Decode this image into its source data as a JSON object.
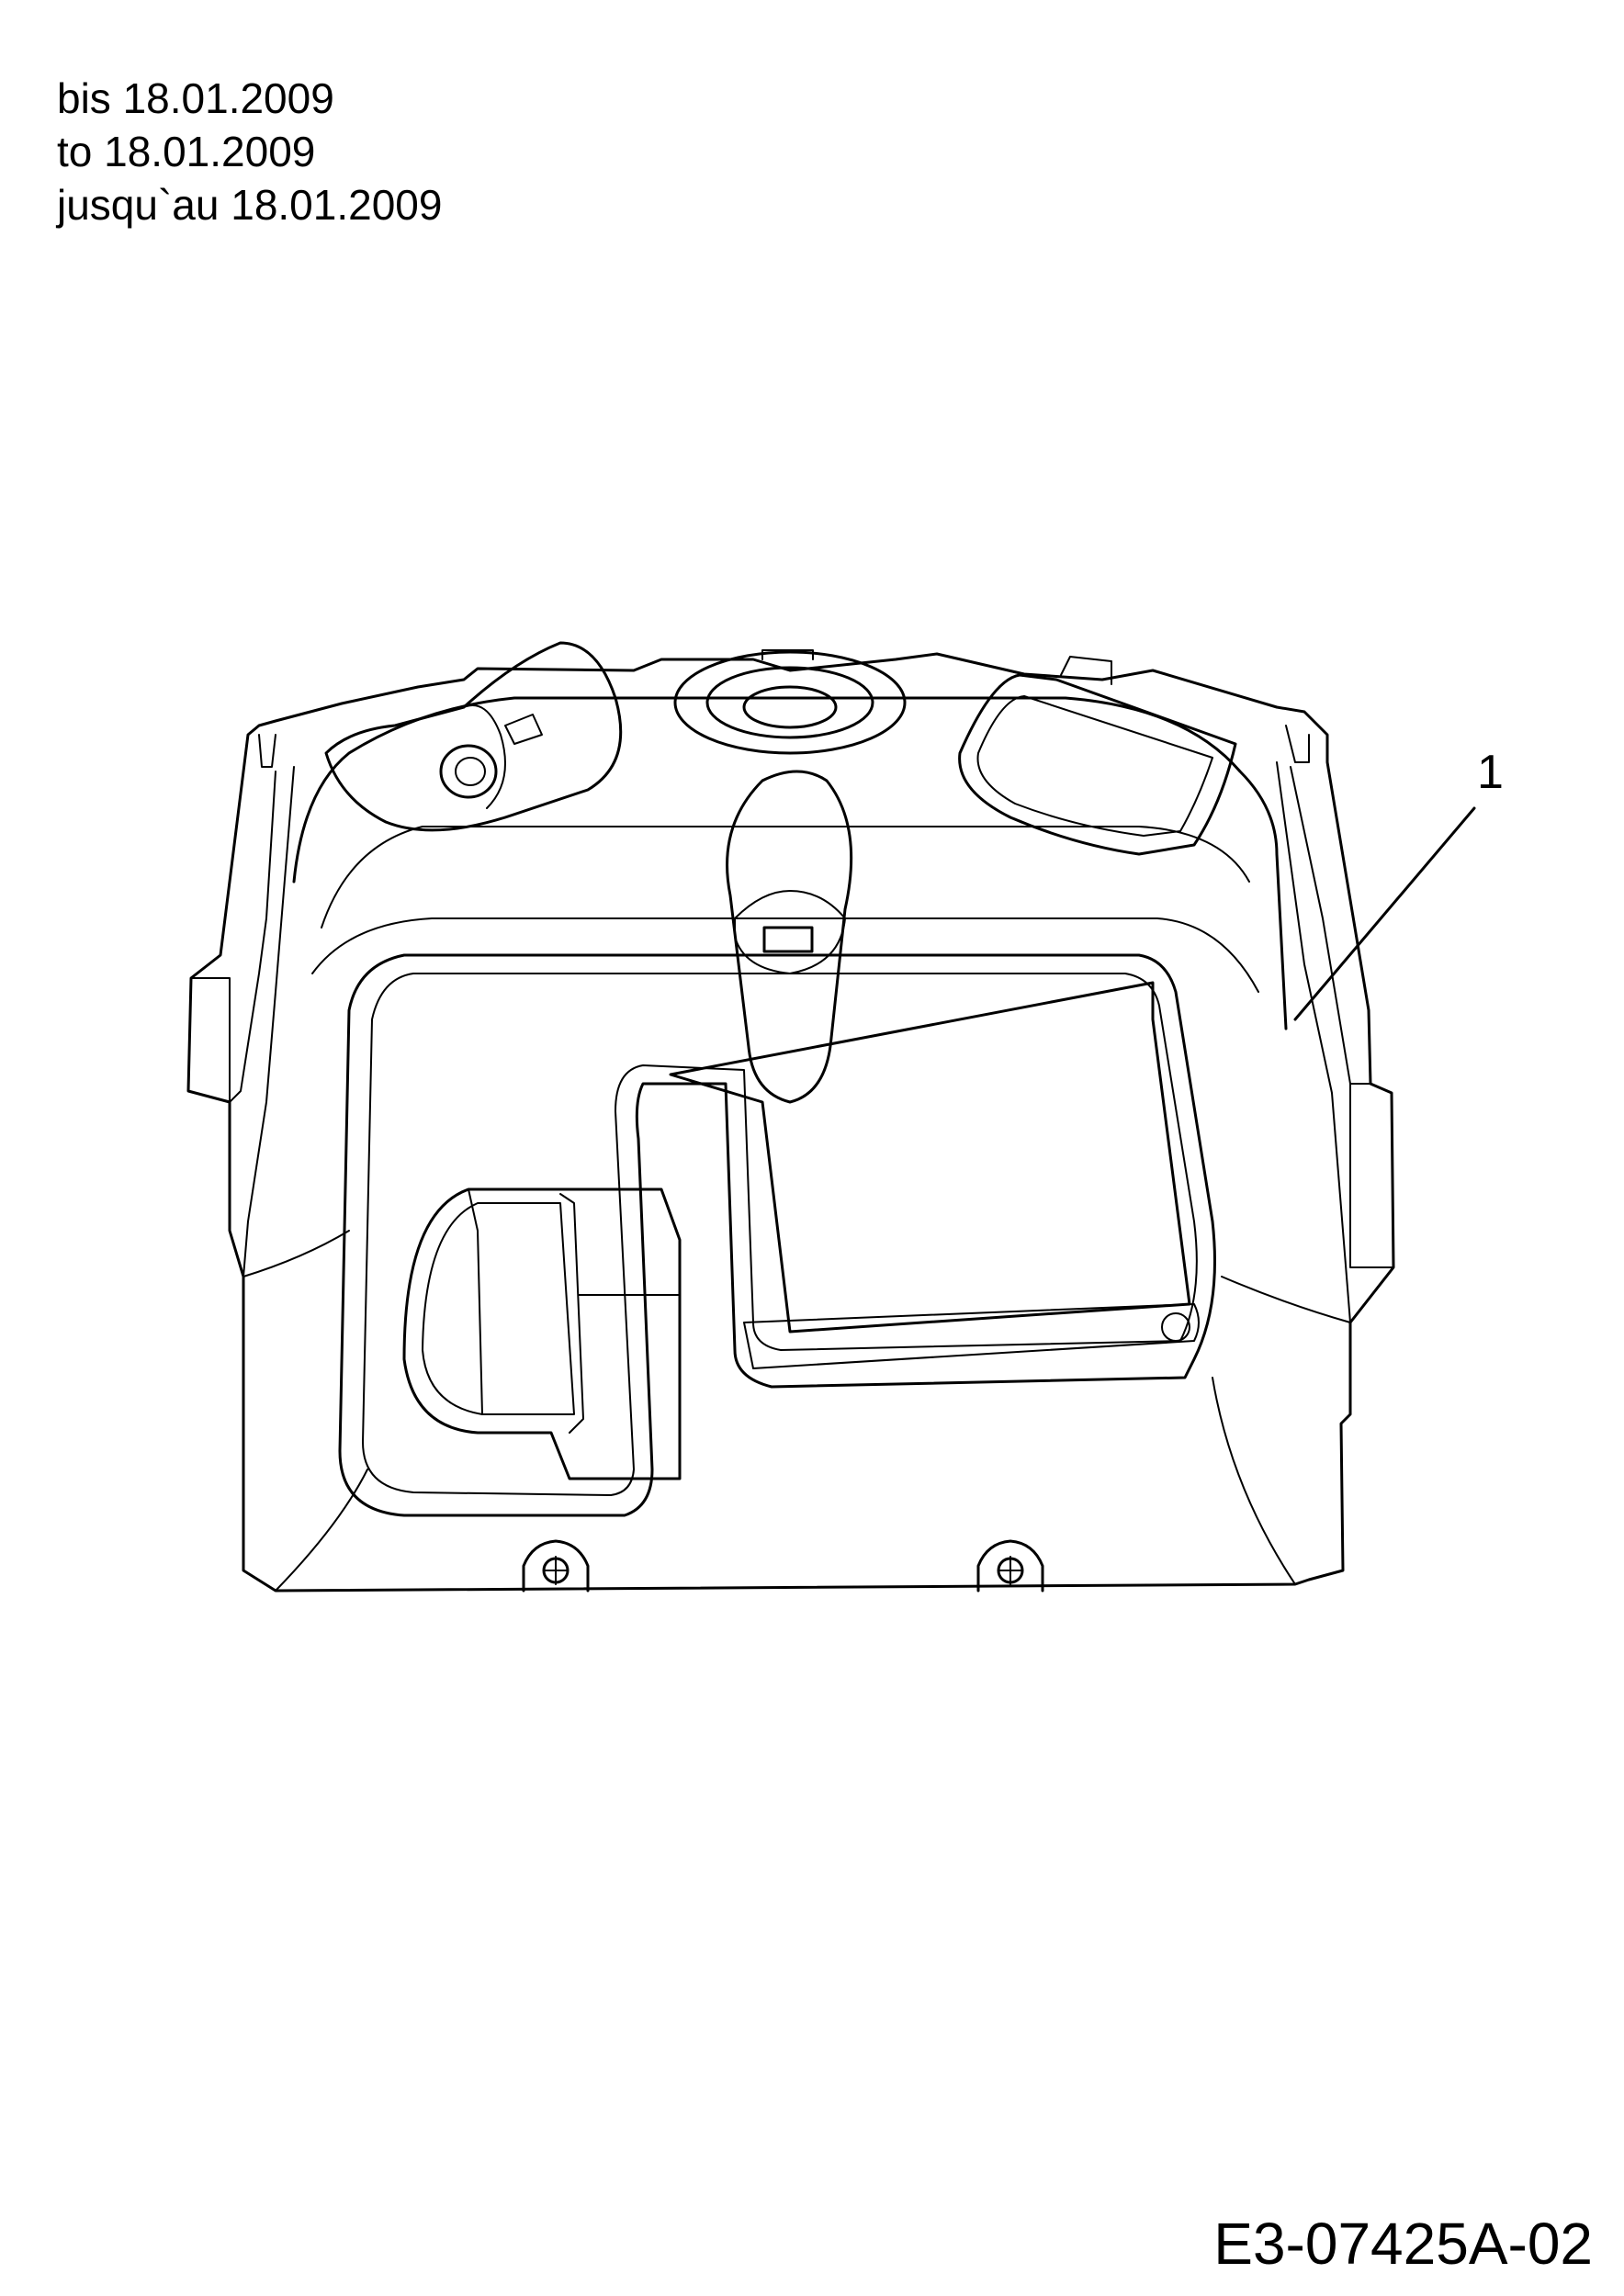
{
  "validity": {
    "de": "bis 18.01.2009",
    "en": "to 18.01.2009",
    "fr": "jusqu`au 18.01.2009"
  },
  "callouts": [
    {
      "number": "1"
    }
  ],
  "document": {
    "code": "E3-07425A-02"
  }
}
